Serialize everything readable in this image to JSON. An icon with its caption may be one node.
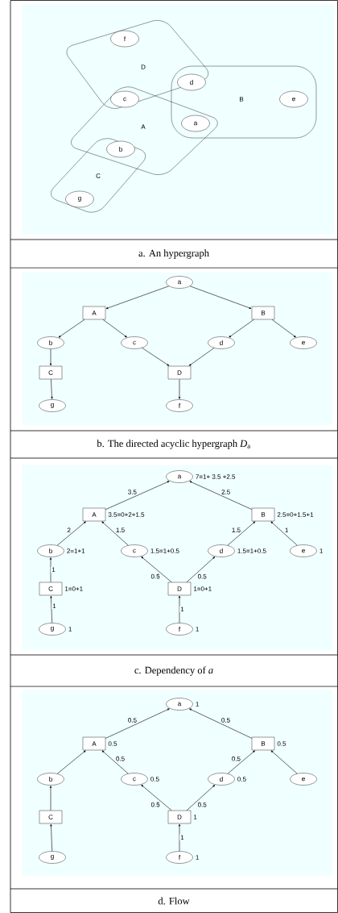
{
  "diagram": {
    "nodes": [
      {
        "text": [
          "D"
        ]
      },
      {
        "text": [
          "B"
        ]
      },
      {
        "text": [
          "A"
        ]
      },
      {
        "text": [
          "C"
        ]
      },
      {
        "text": [
          "f"
        ],
        "in": 0
      },
      {
        "text": [
          "d"
        ]
      },
      {
        "text": [
          "c"
        ]
      },
      {
        "text": [
          "e"
        ],
        "in": 1
      },
      {
        "text": [
          "a"
        ]
      },
      {
        "text": [
          "b"
        ]
      },
      {
        "text": [
          "g"
        ],
        "in": 3
      },
      {
        "text": [
          "a"
        ]
      },
      {
        "text": [
          "A"
        ]
      },
      {
        "text": [
          "B"
        ]
      },
      {
        "text": [
          "b"
        ]
      },
      {
        "text": [
          "c"
        ]
      },
      {
        "text": [
          "d"
        ]
      },
      {
        "text": [
          "e"
        ]
      },
      {
        "text": [
          "C"
        ]
      },
      {
        "text": [
          "D"
        ]
      },
      {
        "text": [
          "g"
        ]
      },
      {
        "text": [
          "f"
        ]
      },
      {
        "text": [
          "a"
        ],
        "beside": [
          "7=1+ 3.5 +2.5"
        ]
      },
      {
        "text": [
          "A"
        ],
        "beside": [
          "3.5=0+2+1.5"
        ]
      },
      {
        "text": [
          "B"
        ],
        "beside": [
          "2.5=0+1.5+1"
        ]
      },
      {
        "text": [
          "b"
        ],
        "beside": [
          "2=1+1"
        ]
      },
      {
        "text": [
          "c"
        ],
        "beside": [
          "1.5=1+0.5"
        ]
      },
      {
        "text": [
          "d"
        ],
        "beside": [
          "1.5=1+0.5"
        ]
      },
      {
        "text": [
          "e"
        ],
        "beside": [
          "1"
        ]
      },
      {
        "text": [
          "C"
        ],
        "beside": [
          "1=0+1"
        ]
      },
      {
        "text": [
          "D"
        ],
        "beside": [
          "1=0+1"
        ]
      },
      {
        "text": [
          "g"
        ],
        "beside": [
          "1"
        ]
      },
      {
        "text": [
          "f"
        ],
        "beside": [
          "1"
        ]
      },
      {
        "text": [
          "a"
        ],
        "beside": [
          "1"
        ]
      },
      {
        "text": [
          "A"
        ],
        "beside": [
          "0.5"
        ]
      },
      {
        "text": [
          "B"
        ],
        "beside": [
          "0.5"
        ]
      },
      {
        "text": [
          "b"
        ]
      },
      {
        "text": [
          "c"
        ],
        "beside": [
          "0.5"
        ]
      },
      {
        "text": [
          "d"
        ],
        "beside": [
          "0.5"
        ]
      },
      {
        "text": [
          "e"
        ]
      },
      {
        "text": [
          "C"
        ]
      },
      {
        "text": [
          "D"
        ],
        "beside": [
          "1"
        ]
      },
      {
        "text": [
          "g"
        ]
      },
      {
        "text": [
          "f"
        ],
        "beside": [
          "1"
        ]
      }
    ],
    "edges": [
      {
        "from": 11,
        "to": 12,
        "arrow": "to"
      },
      {
        "from": 11,
        "to": 13,
        "arrow": "to"
      },
      {
        "from": 12,
        "to": 14,
        "arrow": "to"
      },
      {
        "from": 12,
        "to": 15,
        "arrow": "to"
      },
      {
        "from": 13,
        "to": 16,
        "arrow": "to"
      },
      {
        "from": 13,
        "to": 17,
        "arrow": "to"
      },
      {
        "from": 14,
        "to": 18,
        "arrow": "to"
      },
      {
        "from": 15,
        "to": 19,
        "arrow": "to"
      },
      {
        "from": 16,
        "to": 19,
        "arrow": "to"
      },
      {
        "from": 18,
        "to": 20,
        "arrow": "to"
      },
      {
        "from": 19,
        "to": 21,
        "arrow": "to"
      },
      {
        "from": 23,
        "to": 22,
        "arrow": "to",
        "label": "3.5"
      },
      {
        "from": 24,
        "to": 22,
        "arrow": "to",
        "label": "2.5"
      },
      {
        "from": 25,
        "to": 23,
        "arrow": "to",
        "label": "2"
      },
      {
        "from": 26,
        "to": 23,
        "arrow": "to",
        "label": "1.5"
      },
      {
        "from": 27,
        "to": 24,
        "arrow": "to",
        "label": "1.5"
      },
      {
        "from": 28,
        "to": 24,
        "arrow": "to",
        "label": "1"
      },
      {
        "from": 29,
        "to": 25,
        "arrow": "to",
        "label": "1"
      },
      {
        "from": 30,
        "to": 26,
        "arrow": "to",
        "label": "0.5"
      },
      {
        "from": 30,
        "to": 27,
        "arrow": "to",
        "label": "0.5"
      },
      {
        "from": 31,
        "to": 29,
        "arrow": "to",
        "label": "1"
      },
      {
        "from": 32,
        "to": 30,
        "arrow": "to",
        "label": "1"
      },
      {
        "from": 34,
        "to": 33,
        "arrow": "to",
        "label": "0.5"
      },
      {
        "from": 35,
        "to": 33,
        "arrow": "to",
        "label": "0.5"
      },
      {
        "from": 36,
        "to": 34,
        "arrow": "to"
      },
      {
        "from": 37,
        "to": 34,
        "arrow": "to",
        "label": "0.5"
      },
      {
        "from": 38,
        "to": 35,
        "arrow": "to",
        "label": "0.5"
      },
      {
        "from": 39,
        "to": 35,
        "arrow": "to"
      },
      {
        "from": 40,
        "to": 36,
        "arrow": "to"
      },
      {
        "from": 41,
        "to": 37,
        "arrow": "to",
        "label": "0.5"
      },
      {
        "from": 41,
        "to": 38,
        "arrow": "to",
        "label": "0.5"
      },
      {
        "from": 42,
        "to": 40,
        "arrow": "to"
      },
      {
        "from": 43,
        "to": 41,
        "arrow": "to",
        "label": "1"
      }
    ],
    "labels": [
      "a. An hypergraph",
      "b. The directed acyclic hypergraph *D*$_{a}$",
      "c. Dependency of *a*",
      "d. Flow"
    ]
  }
}
